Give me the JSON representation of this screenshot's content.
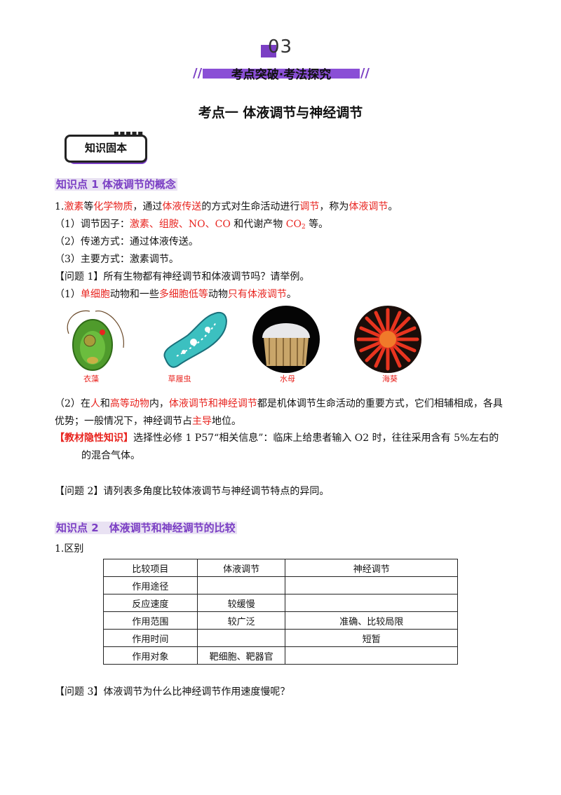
{
  "header": {
    "number": "03",
    "banner": "考点突破·考法探究",
    "section_title": "考点一 体液调节与神经调节",
    "knowledge_box": "知识固本"
  },
  "kp1": {
    "title": "知识点 1 体液调节的概念",
    "line1": {
      "p1": "1.",
      "p2": "激素",
      "p3": "等",
      "p4": "化学物质",
      "p5": "，通过",
      "p6": "体液传送",
      "p7": "的方式对生命活动进行",
      "p8": "调节",
      "p9": "，称为",
      "p10": "体液调节",
      "p11": "。"
    },
    "line2": {
      "p1": "（1）调节因子：",
      "p2": "激素、组胺、NO、CO",
      "p3": " 和代谢产物 ",
      "p4": "CO",
      "p4sub": "2",
      "p5": " 等。"
    },
    "line3": "（2）传递方式：通过体液传送。",
    "line4": "（3）主要方式：激素调节。",
    "q1": "【问题 1】所有生物都有神经调节和体液调节吗？请举例。",
    "ans1": {
      "p1": "（1）",
      "p2": "单细胞",
      "p3": "动物和一些",
      "p4": "多细胞低等",
      "p5": "动物",
      "p6": "只有体液调节",
      "p7": "。"
    },
    "images": [
      "衣藻",
      "草履虫",
      "水母",
      "海葵"
    ],
    "ans2": {
      "p1": "（2）在",
      "p2": "人",
      "p3": "和",
      "p4": "高等动物",
      "p5": "内，",
      "p6": "体液调节和神经调节",
      "p7": "都是机体调节生命活动的重要方式，它们相辅相成，各具",
      "p8": "优势；一般情况下，神经调节占",
      "p9": "主导",
      "p10": "地位。"
    },
    "hidden": {
      "tag": "【教材隐性知识】",
      "text": "选择性必修 1 P57“相关信息”：临床上给患者输入 O2 时，往往采用含有 5%左右的",
      "text2": "的混合气体。"
    },
    "q2": "【问题 2】请列表多角度比较体液调节与神经调节特点的异同。"
  },
  "kp2": {
    "title": "知识点 2　体液调节和神经调节的比较",
    "sub": "1.区别",
    "table": {
      "headers": [
        "比较项目",
        "体液调节",
        "神经调节"
      ],
      "rows": [
        [
          "作用途径",
          "",
          ""
        ],
        [
          "反应速度",
          "较缓慢",
          ""
        ],
        [
          "作用范围",
          "较广泛",
          "准确、比较局限"
        ],
        [
          "作用时间",
          "",
          "短暂"
        ],
        [
          "作用对象",
          "靶细胞、靶器官",
          ""
        ]
      ]
    },
    "q3": "【问题 3】体液调节为什么比神经调节作用速度慢呢？"
  },
  "colors": {
    "accent": "#7b3fc4",
    "red": "#e8241f"
  }
}
